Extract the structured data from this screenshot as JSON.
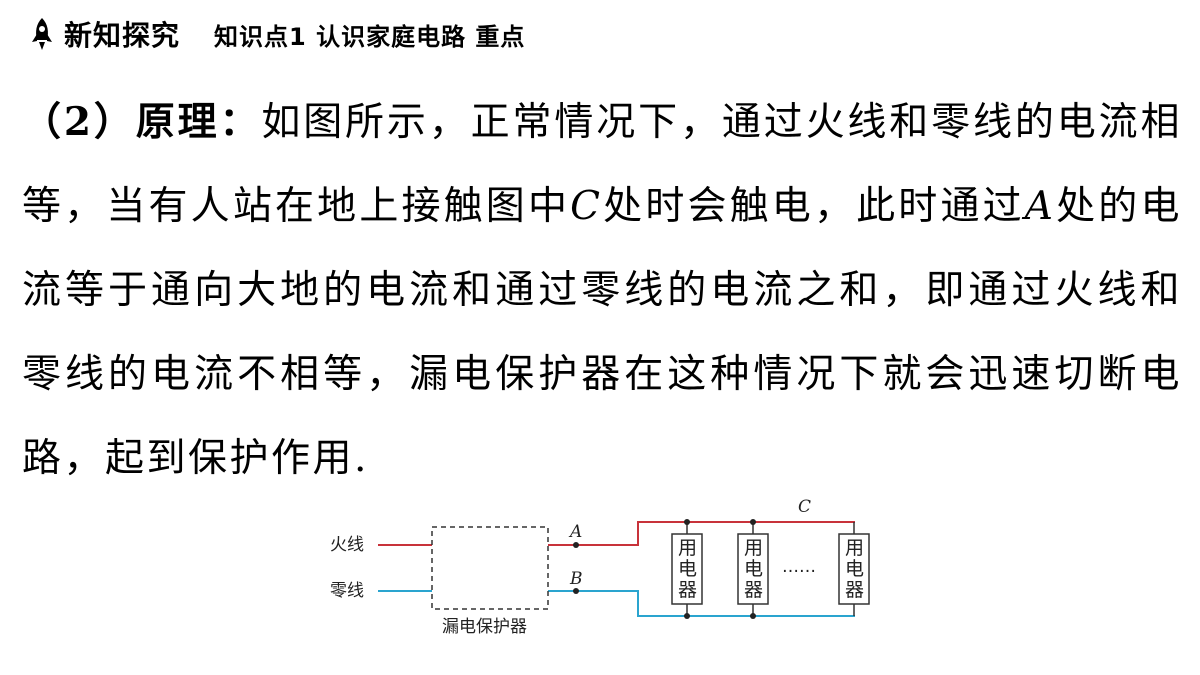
{
  "header": {
    "section_title": "新知探究",
    "topic": "知识点1  认识家庭电路  重点",
    "icon": "rocket-icon"
  },
  "paragraph": {
    "lead": "（2）原理：",
    "seg1": "如图所示，正常情况下，通过火线和零线的电流相等，当有人站在地上接触图中",
    "var_c": "C",
    "seg2": "处时会触电，此时通过",
    "var_a": "A",
    "seg3": "处的电流等于通向大地的电流和通过零线的电流之和，即通过火线和零线的电流不相等，漏电保护器在这种情况下就会迅速切断电路，起到保护作用."
  },
  "circuit": {
    "live_label": "火线",
    "neutral_label": "零线",
    "protector_label": "漏电保护器",
    "point_a": "A",
    "point_b": "B",
    "point_c": "C",
    "ellipsis": "……",
    "appliance_chars": [
      "用",
      "电",
      "器"
    ],
    "colors": {
      "live": "#c8323a",
      "neutral": "#2aa4cf",
      "box": "#333333"
    }
  }
}
